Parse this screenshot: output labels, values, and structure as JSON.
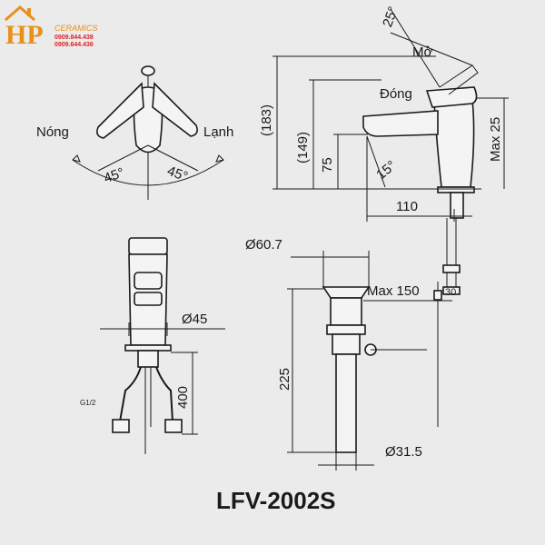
{
  "brand": {
    "initials": "HP",
    "name": "CERAMICS",
    "phone_1": "0909.844.438",
    "phone_2": "0909.644.436",
    "accent_color": "#e8901a",
    "phone_color": "#dd2222"
  },
  "top_view": {
    "hot_label": "Nóng",
    "cold_label": "Lạnh",
    "angle_left": "45°",
    "angle_right": "45°"
  },
  "side_view": {
    "open_label": "Mở",
    "close_label": "Đóng",
    "lever_angle": "25°",
    "spout_angle": "15°",
    "height_total": "(183)",
    "height_spout": "(149)",
    "height_outlet": "75",
    "max_label": "Max 25",
    "reach": "110"
  },
  "front_view": {
    "body_diameter": "Ø45",
    "hose_length": "400",
    "hose_note": "G1/2"
  },
  "drain_view": {
    "head_diameter": "Ø60.7",
    "max_thickness": "Max 150",
    "extra_mark": "30",
    "length": "225",
    "tail_diameter": "Ø31.5"
  },
  "model": "LFV-2002S"
}
